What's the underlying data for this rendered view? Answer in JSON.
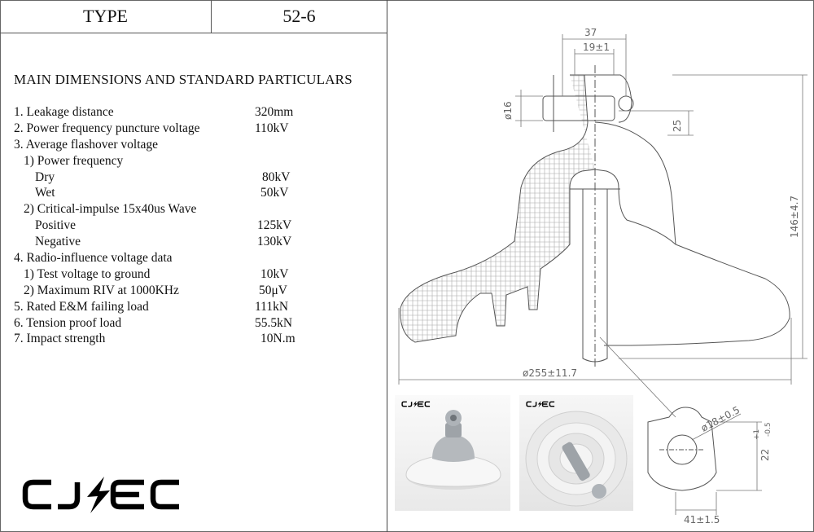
{
  "header": {
    "type_label": "TYPE",
    "type_value": "52-6"
  },
  "section_title": "MAIN DIMENSIONS AND STANDARD PARTICULARS",
  "specs": [
    {
      "label": "1. Leakage distance",
      "value": "320mm",
      "indent": 0,
      "vx": 296
    },
    {
      "label": "2. Power frequency puncture voltage",
      "value": "110kV",
      "indent": 0,
      "vx": 296
    },
    {
      "label": "3. Average flashover voltage",
      "value": "",
      "indent": 0,
      "vx": 296
    },
    {
      "label": "1) Power frequency",
      "value": "",
      "indent": 1,
      "vx": 296
    },
    {
      "label": "Dry",
      "value": "80kV",
      "indent": 2,
      "vx": 305
    },
    {
      "label": "Wet",
      "value": "50kV",
      "indent": 2,
      "vx": 303
    },
    {
      "label": "2) Critical-impulse 15x40us Wave",
      "value": "",
      "indent": 1,
      "vx": 296
    },
    {
      "label": "Positive",
      "value": "125kV",
      "indent": 2,
      "vx": 299
    },
    {
      "label": "Negative",
      "value": "130kV",
      "indent": 2,
      "vx": 299
    },
    {
      "label": "4. Radio-influence voltage data",
      "value": "",
      "indent": 0,
      "vx": 296
    },
    {
      "label": "1) Test voltage to ground",
      "value": "10kV",
      "indent": 1,
      "vx": 303
    },
    {
      "label": "2) Maximum RIV at 1000KHz",
      "value": "50μV",
      "indent": 1,
      "vx": 301
    },
    {
      "label": "5. Rated E&M failing load",
      "value": "111kN",
      "indent": 0,
      "vx": 296
    },
    {
      "label": "6. Tension proof load",
      "value": "55.5kN",
      "indent": 0,
      "vx": 296
    },
    {
      "label": "7. Impact strength",
      "value": "10N.m",
      "indent": 0,
      "vx": 303
    }
  ],
  "logo_text": "CJ/EC",
  "photo_tag": "CJ/EC",
  "dimensions": {
    "d37": "37",
    "d19": "19±1",
    "d16": "ø16",
    "d25": "25",
    "d146": "146±4.7",
    "d255": "ø255±11.7",
    "d18": "ø18±0.5",
    "d22": "22",
    "d22_tol_up": "+1",
    "d22_tol_dn": "-0.5",
    "d41": "41±1.5"
  },
  "colors": {
    "line": "#555555",
    "dim": "#666666",
    "hatch": "#9a9a9a",
    "text": "#111111"
  }
}
